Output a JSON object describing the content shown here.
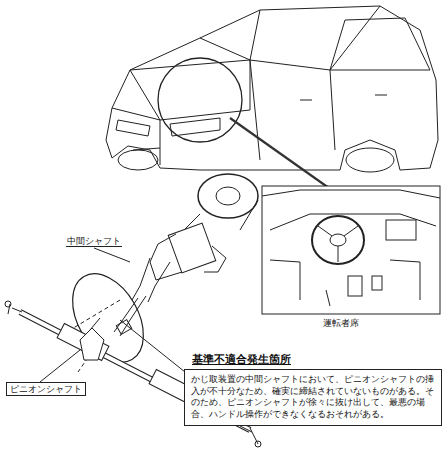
{
  "diagram": {
    "nodes": [
      {
        "text": [
          "基準不適合発生箇所",
          "かじ取装置の中間シャフトにおいて、ピニオンシャフトの挿入が不十分なため、確実に締結されていないものがある。そのため、ピニオンシャフトが徐々に抜け出して、最悪の場合、ハンドル操作ができなくなるおそれがある。"
        ]
      }
    ],
    "labels": [
      "中間シャフト",
      "ピニオンシャフト",
      "運転者席"
    ]
  }
}
